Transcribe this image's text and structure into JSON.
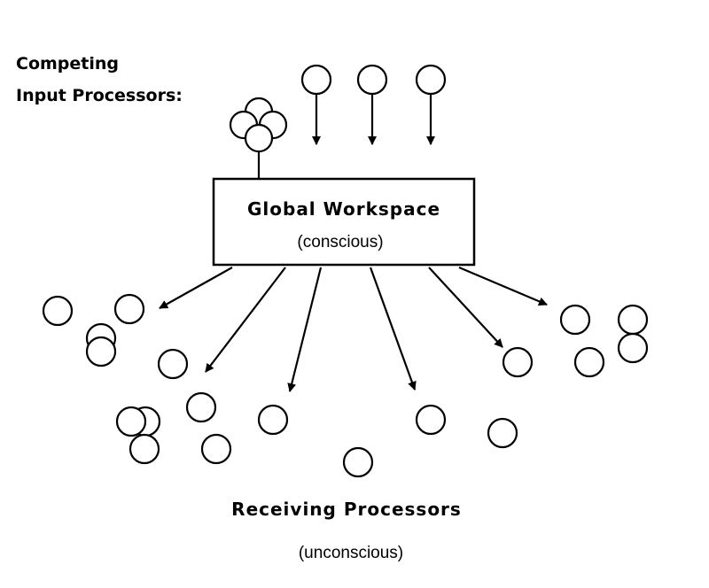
{
  "diagram": {
    "input_label_line1": "Competing",
    "input_label_line2": "Input Processors:",
    "workspace_title": "Global Workspace",
    "workspace_subtitle": "(conscious)",
    "receiving_title": "Receiving Processors",
    "receiving_subtitle": "(unconscious)"
  },
  "colors": {
    "stroke": "#000000",
    "background": "#ffffff"
  }
}
